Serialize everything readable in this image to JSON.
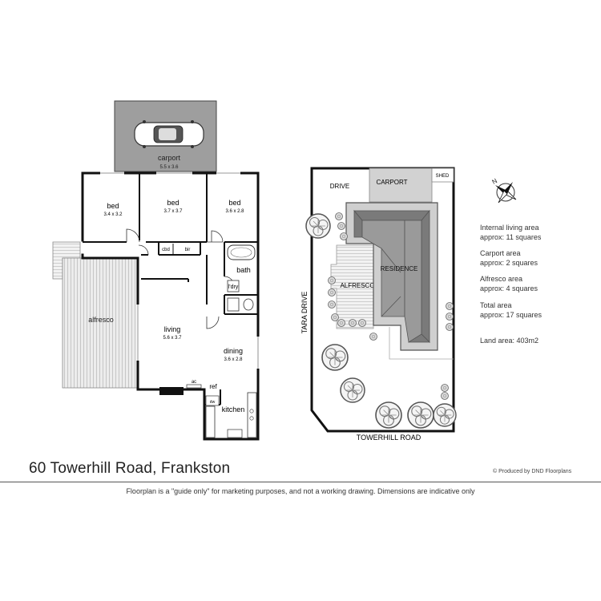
{
  "floorplan": {
    "carport": {
      "name": "carport",
      "dims": "5.5 x 3.6"
    },
    "bed1": {
      "name": "bed",
      "dims": "3.4 x 3.2"
    },
    "bed2": {
      "name": "bed",
      "dims": "3.7 x 3.7"
    },
    "bed3": {
      "name": "bed",
      "dims": "3.6 x 2.8"
    },
    "cbd": "cbd",
    "bir": "bir",
    "bath": "bath",
    "ldry": "l'dry",
    "alfresco": "alfresco",
    "living": {
      "name": "living",
      "dims": "5.6 x 3.7"
    },
    "dining": {
      "name": "dining",
      "dims": "3.6 x 2.8"
    },
    "ac": "ac",
    "ref": "ref",
    "dw": "dw",
    "kitchen": "kitchen"
  },
  "siteplan": {
    "drive": "DRIVE",
    "carport": "CARPORT",
    "shed": "SHED",
    "residence": "RESIDENCE",
    "alfresco": "ALFRESCO",
    "tara_drive": "TARA DRIVE",
    "towerhill_road": "TOWERHILL ROAD",
    "compass": "N"
  },
  "areas": [
    {
      "label": "Internal living area",
      "value": "approx: 11 squares"
    },
    {
      "label": "Carport area",
      "value": "approx: 2 squares"
    },
    {
      "label": "Alfresco area",
      "value": "approx: 4 squares"
    },
    {
      "label": "Total area",
      "value": "approx: 17 squares"
    }
  ],
  "land_area": "Land area: 403m2",
  "footer": {
    "address": "60 Towerhill Road, Frankston",
    "credit": "Produced by DND Floorplans",
    "disclaimer": "Floorplan is a  \"guide only\" for marketing purposes, and not a working drawing.  Dimensions are indicative only"
  }
}
